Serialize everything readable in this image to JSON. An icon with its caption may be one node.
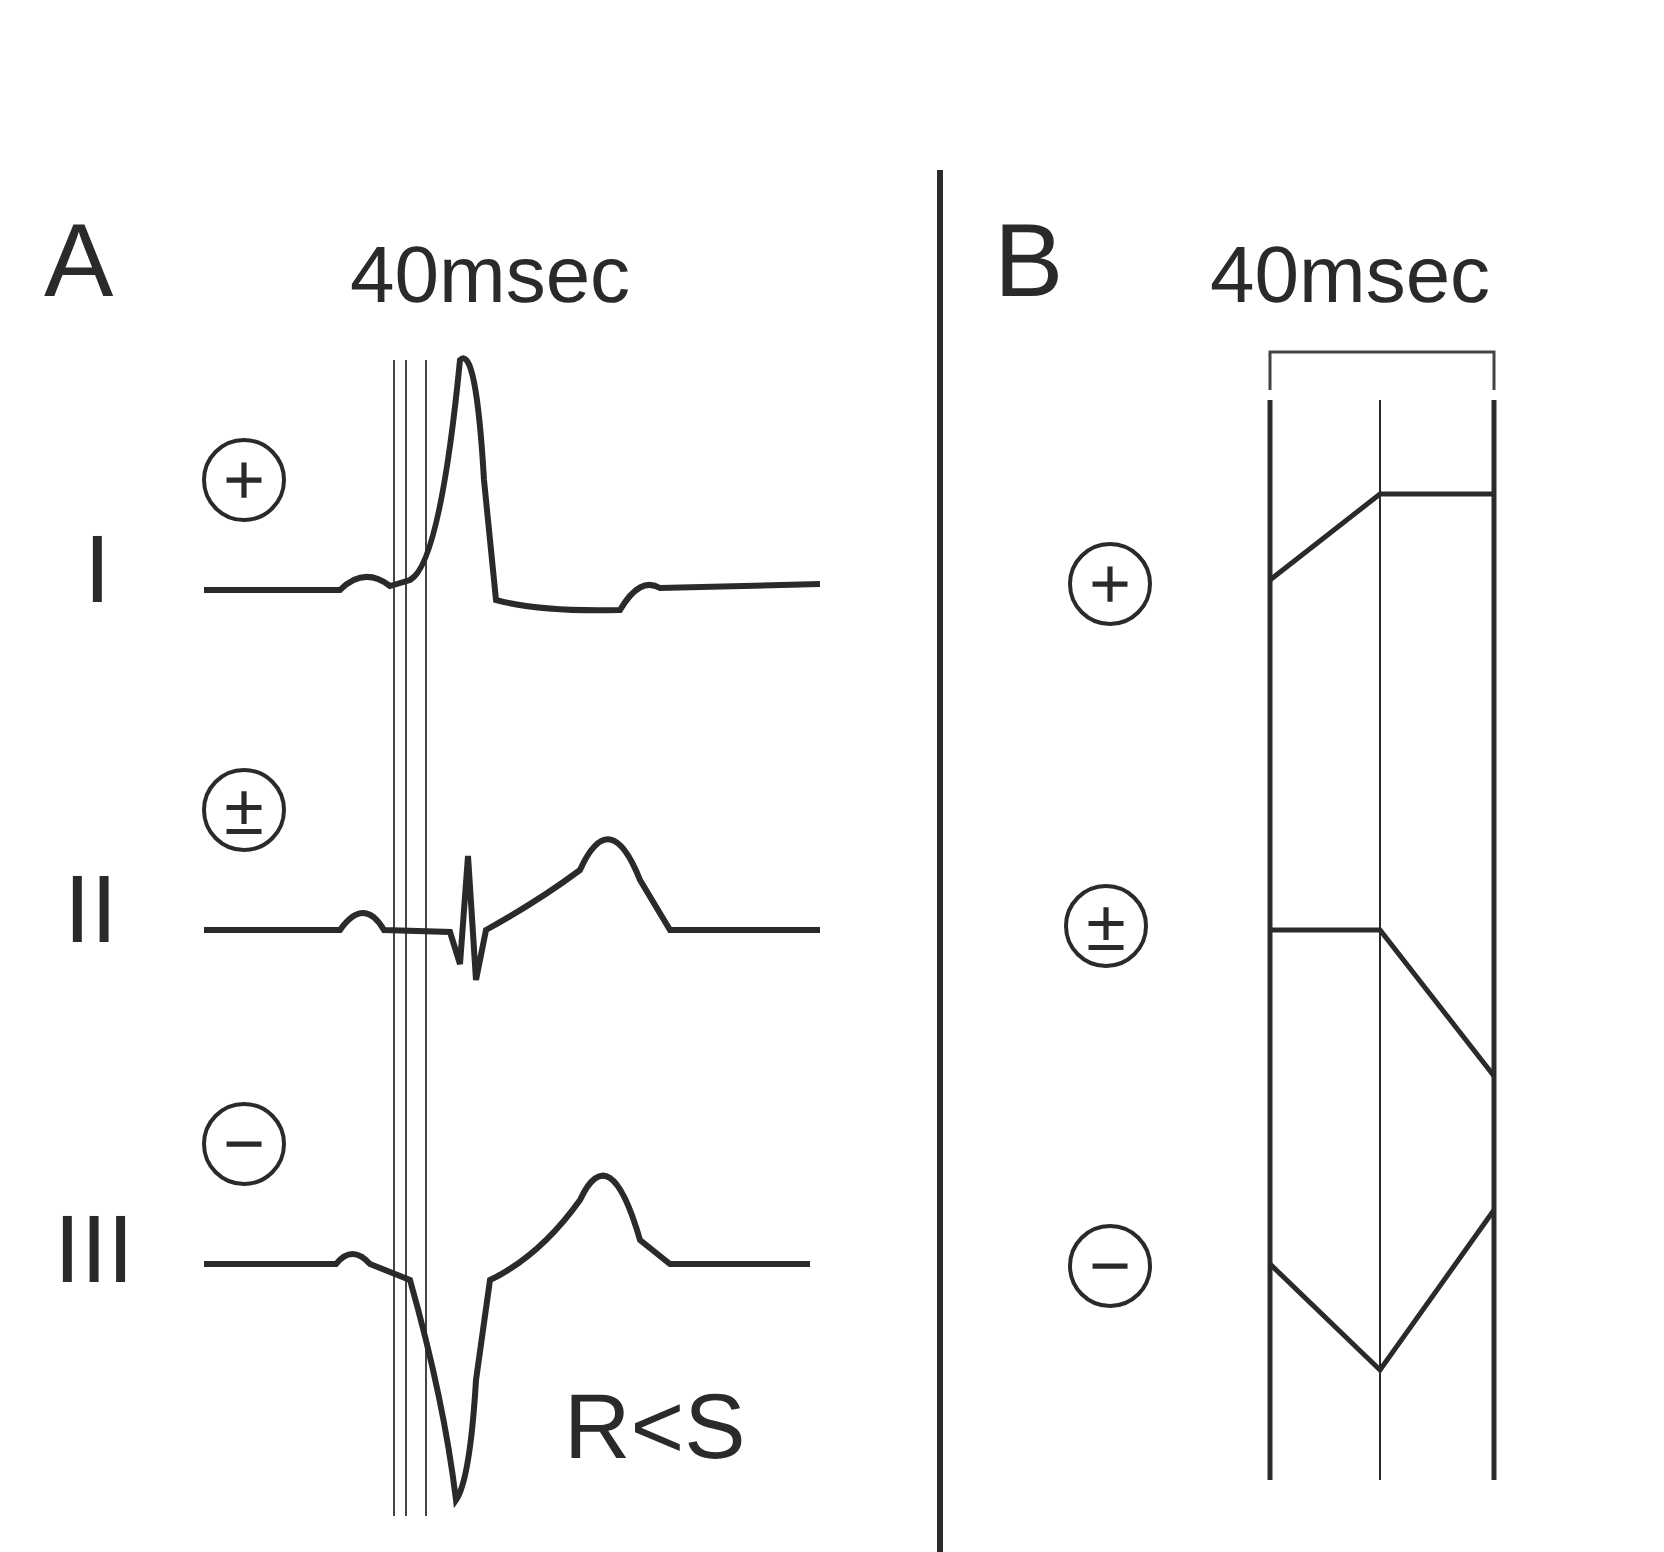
{
  "diagram": {
    "nodes": [
      {
        "text": [
          "+"
        ]
      },
      {
        "text": [
          "±"
        ]
      },
      {
        "text": [
          "−"
        ]
      },
      {
        "text": [
          "+"
        ]
      },
      {
        "text": [
          "±"
        ]
      },
      {
        "text": [
          "−"
        ]
      }
    ],
    "labels": [
      "A",
      "40msec",
      "I",
      "II",
      "III",
      "R<S",
      "B",
      "40msec"
    ]
  }
}
